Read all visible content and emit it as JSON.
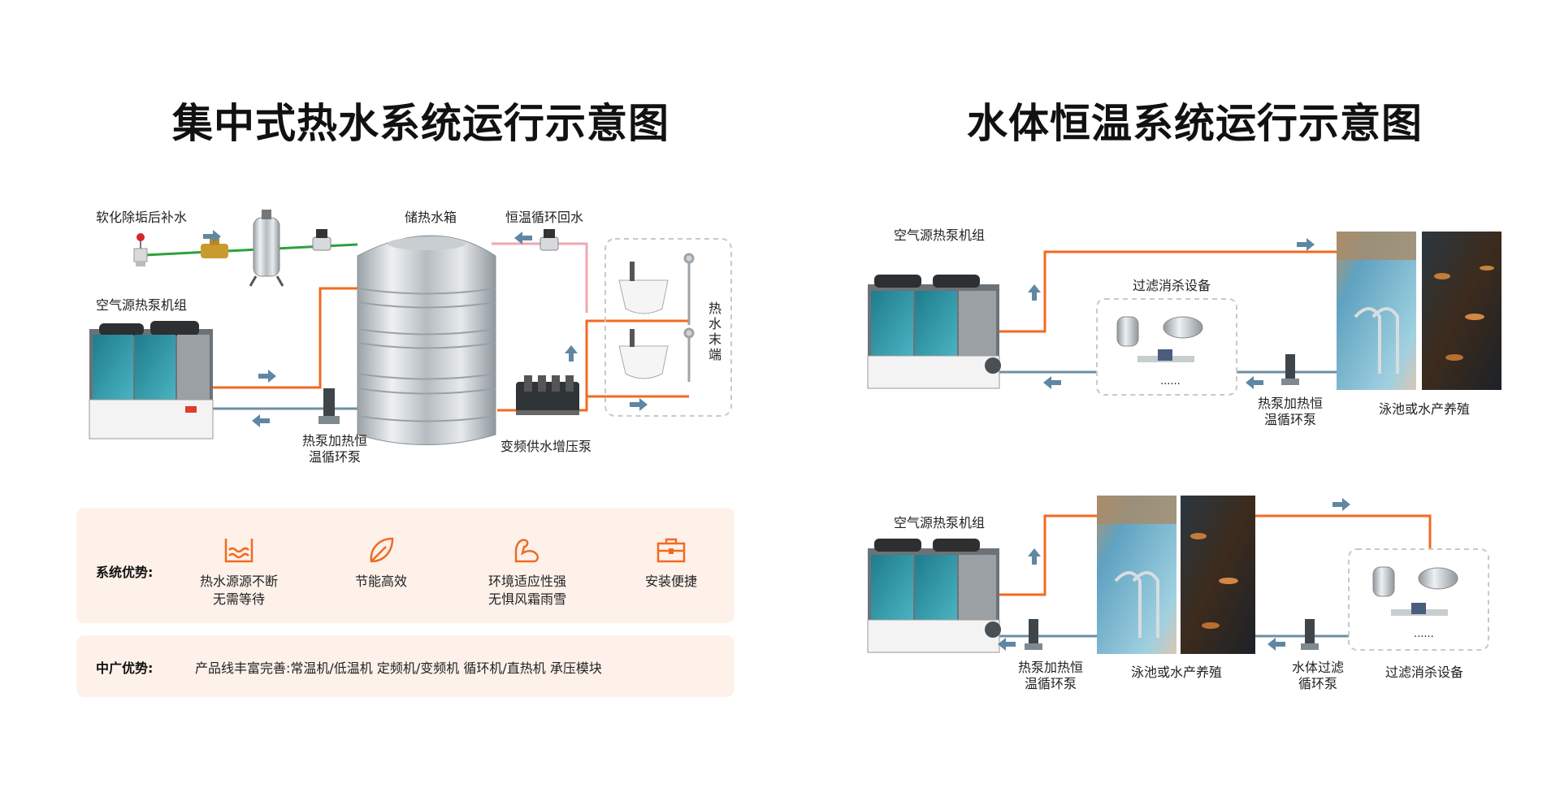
{
  "left": {
    "title": "集中式热水系统运行示意图",
    "labels": {
      "soft_water": "软化除垢后补水",
      "tank": "储热水箱",
      "return": "恒温循环回水",
      "hp_unit": "空气源热泵机组",
      "hp_pump_l1": "热泵加热恒",
      "hp_pump_l2": "温循环泵",
      "booster": "变频供水增压泵",
      "terminal": [
        "热",
        "水",
        "末",
        "端"
      ]
    },
    "advantages": {
      "title": "系统优势:",
      "items": [
        {
          "icon": "water-bath-icon",
          "line1": "热水源源不断",
          "line2": "无需等待"
        },
        {
          "icon": "leaf-icon",
          "line1": "节能高效",
          "line2": ""
        },
        {
          "icon": "strong-arm-icon",
          "line1": "环境适应性强",
          "line2": "无惧风霜雨雪"
        },
        {
          "icon": "toolbox-icon",
          "line1": "安装便捷",
          "line2": ""
        }
      ]
    },
    "zhongguang": {
      "title": "中广优势:",
      "text": "产品线丰富完善:常温机/低温机 定频机/变频机 循环机/直热机 承压模块"
    }
  },
  "right": {
    "title": "水体恒温系统运行示意图",
    "top": {
      "hp_unit": "空气源热泵机组",
      "filter": "过滤消杀设备",
      "pump_l1": "热泵加热恒",
      "pump_l2": "温循环泵",
      "pool": "泳池或水产养殖",
      "dots": "......"
    },
    "bottom": {
      "hp_unit": "空气源热泵机组",
      "pump1_l1": "热泵加热恒",
      "pump1_l2": "温循环泵",
      "pool": "泳池或水产养殖",
      "pump2_l1": "水体过滤",
      "pump2_l2": "循环泵",
      "filter": "过滤消杀设备",
      "dots": "......"
    }
  },
  "colors": {
    "accent": "#f26a21",
    "pipe_blue": "#6f8ea3",
    "pipe_green": "#2aa23a",
    "pipe_pink": "#f0a7ae",
    "arrow": "#5f87a3",
    "panel_bg": "#fdf1ea"
  }
}
